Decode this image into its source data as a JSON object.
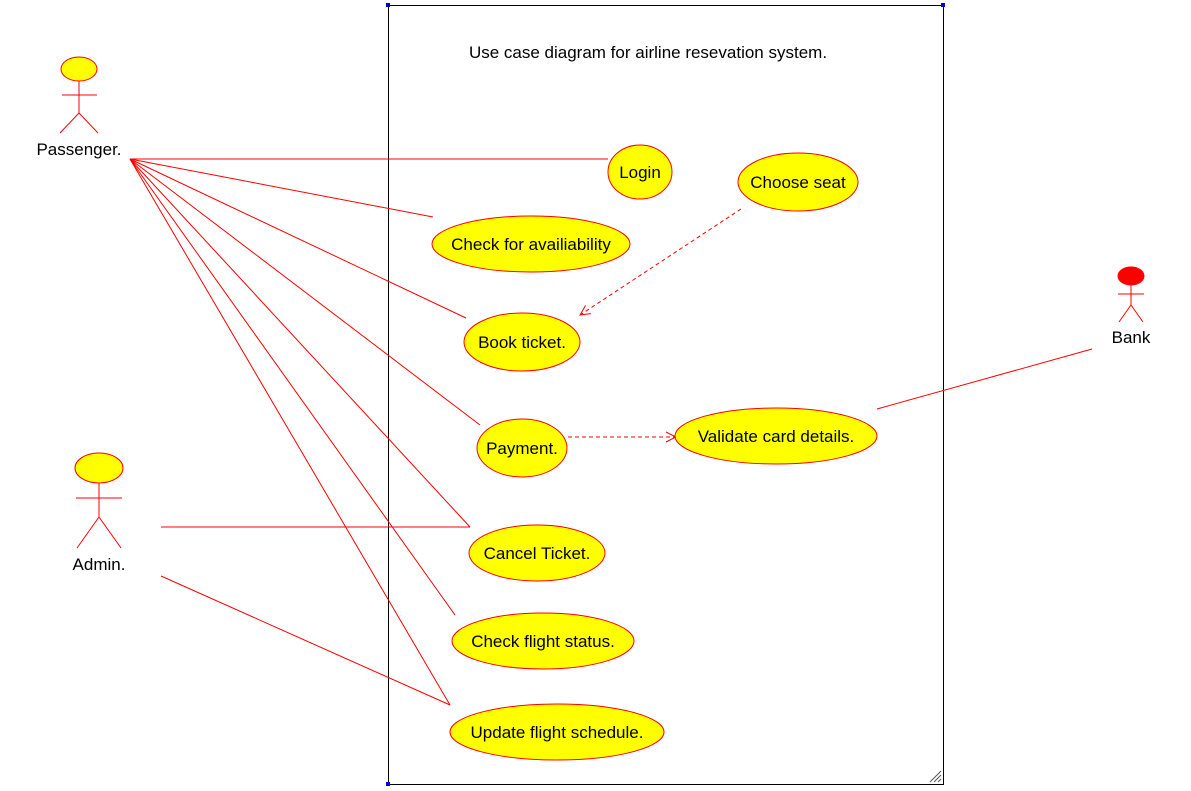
{
  "diagram": {
    "title": "Use case diagram for airline resevation system.",
    "colors": {
      "line": "#ff0000",
      "usecase_fill": "#ffff00",
      "usecase_stroke": "#ff0000",
      "actor_head_fill": "#ffff00",
      "bank_head_fill": "#ff0000",
      "boundary": "#000000",
      "handle": "#0000cc"
    },
    "actors": [
      {
        "id": "passenger",
        "label": "Passenger."
      },
      {
        "id": "admin",
        "label": "Admin."
      },
      {
        "id": "bank",
        "label": "Bank"
      }
    ],
    "use_cases": [
      {
        "id": "login",
        "label": "Login"
      },
      {
        "id": "choose_seat",
        "label": "Choose seat"
      },
      {
        "id": "check_availability",
        "label": "Check for availiability"
      },
      {
        "id": "book_ticket",
        "label": "Book ticket."
      },
      {
        "id": "payment",
        "label": "Payment."
      },
      {
        "id": "validate_card",
        "label": "Validate card details."
      },
      {
        "id": "cancel_ticket",
        "label": "Cancel Ticket."
      },
      {
        "id": "check_flight_status",
        "label": "Check flight status."
      },
      {
        "id": "update_schedule",
        "label": "Update flight schedule."
      }
    ],
    "associations": [
      {
        "from": "passenger",
        "to": "login"
      },
      {
        "from": "passenger",
        "to": "check_availability"
      },
      {
        "from": "passenger",
        "to": "book_ticket"
      },
      {
        "from": "passenger",
        "to": "payment"
      },
      {
        "from": "passenger",
        "to": "cancel_ticket"
      },
      {
        "from": "passenger",
        "to": "check_flight_status"
      },
      {
        "from": "passenger",
        "to": "update_schedule"
      },
      {
        "from": "admin",
        "to": "cancel_ticket"
      },
      {
        "from": "admin",
        "to": "update_schedule"
      },
      {
        "from": "bank",
        "to": "validate_card"
      }
    ],
    "dependencies": [
      {
        "from": "choose_seat",
        "to": "book_ticket"
      },
      {
        "from": "payment",
        "to": "validate_card"
      }
    ]
  }
}
